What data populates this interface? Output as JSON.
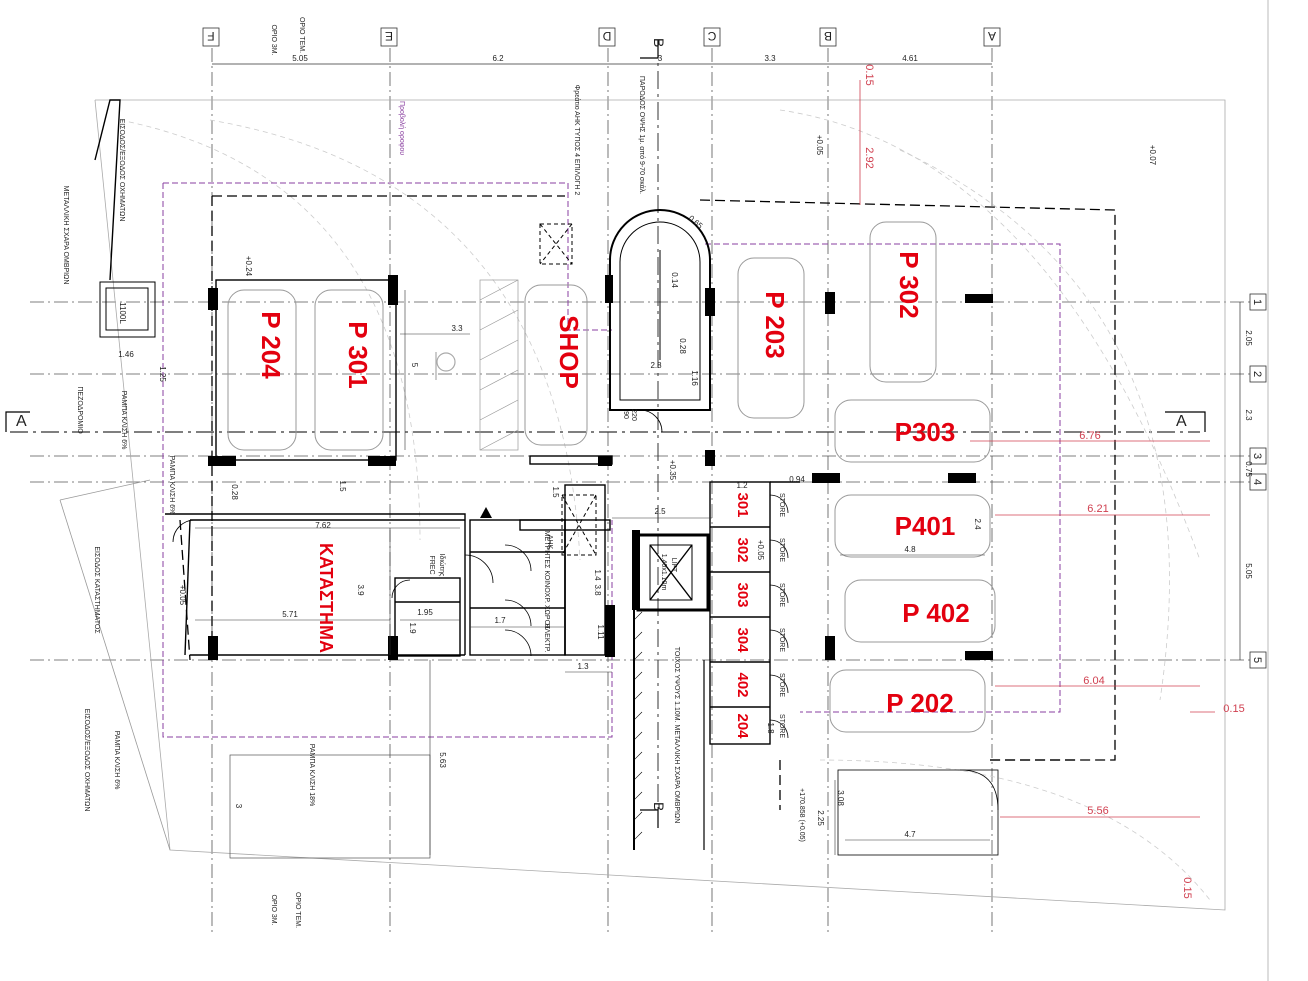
{
  "grid_columns": [
    "F",
    "E",
    "D",
    "C",
    "B",
    "A"
  ],
  "grid_rows": [
    "1",
    "2",
    "3",
    "4",
    "5"
  ],
  "section_marks": {
    "left": "A",
    "right": "A",
    "top": "B",
    "bottom": "B"
  },
  "column_spacings": [
    "5.05",
    "6.2",
    "3",
    "3.3",
    "4.61"
  ],
  "row_spacings": [
    "2.05",
    "2.3",
    "0.75",
    "5.05"
  ],
  "parking_spaces": [
    "P 204",
    "P 301",
    "SHOP",
    "P 203",
    "P 302",
    "P303",
    "P401",
    "P 402",
    "P 202"
  ],
  "shop_label": "ΚΑΤΑΣΤΗΜΑ",
  "store_rooms": [
    {
      "store": "STORE",
      "number": "301"
    },
    {
      "store": "STORE",
      "number": "302"
    },
    {
      "store": "STORE",
      "number": "303"
    },
    {
      "store": "STORE",
      "number": "304"
    },
    {
      "store": "STORE",
      "number": "402"
    },
    {
      "store": "STORE",
      "number": "204"
    }
  ],
  "red_dims": [
    "6.76",
    "6.21",
    "6.04",
    "5.56",
    "0.15",
    "2.92",
    "0.15",
    "0.15"
  ],
  "dimensions": [
    "3.3",
    "5",
    "1.46",
    "1.25",
    "1.5",
    "7.62",
    "3.9",
    "5.71",
    "1.95",
    "1.9",
    "1.7",
    "1.11",
    "1.3",
    "1.5",
    "2.5",
    "1.4",
    "3.8",
    "0.28",
    "0.28",
    "0.94",
    "2.4",
    "4.8",
    "4.7",
    "2.25",
    "3.08",
    "5.63",
    "3",
    "0.65",
    "0.14",
    "1.16",
    "2.8",
    "+0.24",
    "+0.35",
    "+0.05",
    "+0.05",
    "+0.07",
    "+0.05",
    "1.2",
    "1.8",
    "1.1"
  ],
  "notes": {
    "bin": "1100L",
    "gate_left": "ΕΙΣΟΔΟΣ/ΕΞΟΔΟΣ ΟΧΗΜΑΤΩΝ",
    "grate": "ΜΕΤΑΛΛΙΚΗ ΣΧΑΡΑ ΟΜΒΡΙΩΝ",
    "pavement": "ΠΕΖΟΔΡΟΜΙΟ",
    "ramp": "ΡΑΜΠΑ ΚΛΙΣΗ 6%",
    "ramp2": "ΡΑΜΠΑ ΚΛΙΣΗ 18%",
    "shop_entry": "ΕΙΣΟΔΟΣ ΚΑΤΑΣΤΗΜΑΤΟΣ",
    "limit_top": "ΟΡΙΟ ΤΕΜ.",
    "limit_3m": "ΟΡΙΟ 3Μ.",
    "projection": "Προβολή οροφου",
    "ahk": "Φρεάτιο ΑΗΚ ΤΥΠΟΣ 4 ΕΠΙΛΟΓΗ 2",
    "stair_note": "ΠΑΡΟΔΟΣ ΟΨΗΣ 1μ. από 9-70 σκάλ.",
    "ahk_room": "ΑΗΚ",
    "meters": "ΜΕΤΡΗΤΕΣ ΚΟΙΝΟΧΡ. ΧΩΡΟΣ",
    "electr": "ΗΛΕΚΤΡ.",
    "lift": "LIFT",
    "lift_dim": "1.40x1.10m",
    "wall_note": "ΤΟΙΧΟΣ ΥΨΟΥΣ 1.10Μ. ΜΕΤΑΛΛΙΚΗ ΣΧΑΡΑ ΟΜΒΡΙΩΝ",
    "level": "+170.858 (+0.05)",
    "frec": "FREC",
    "door": "90",
    "door_h": "220",
    "idiotis": "Ιδιώτης"
  },
  "colors": {
    "space_label": "#e3000f",
    "red_dim": "#d04050",
    "line": "#000000",
    "grid": "#555555",
    "projection": "#8a3fa0",
    "car": "#9a9a9a"
  }
}
